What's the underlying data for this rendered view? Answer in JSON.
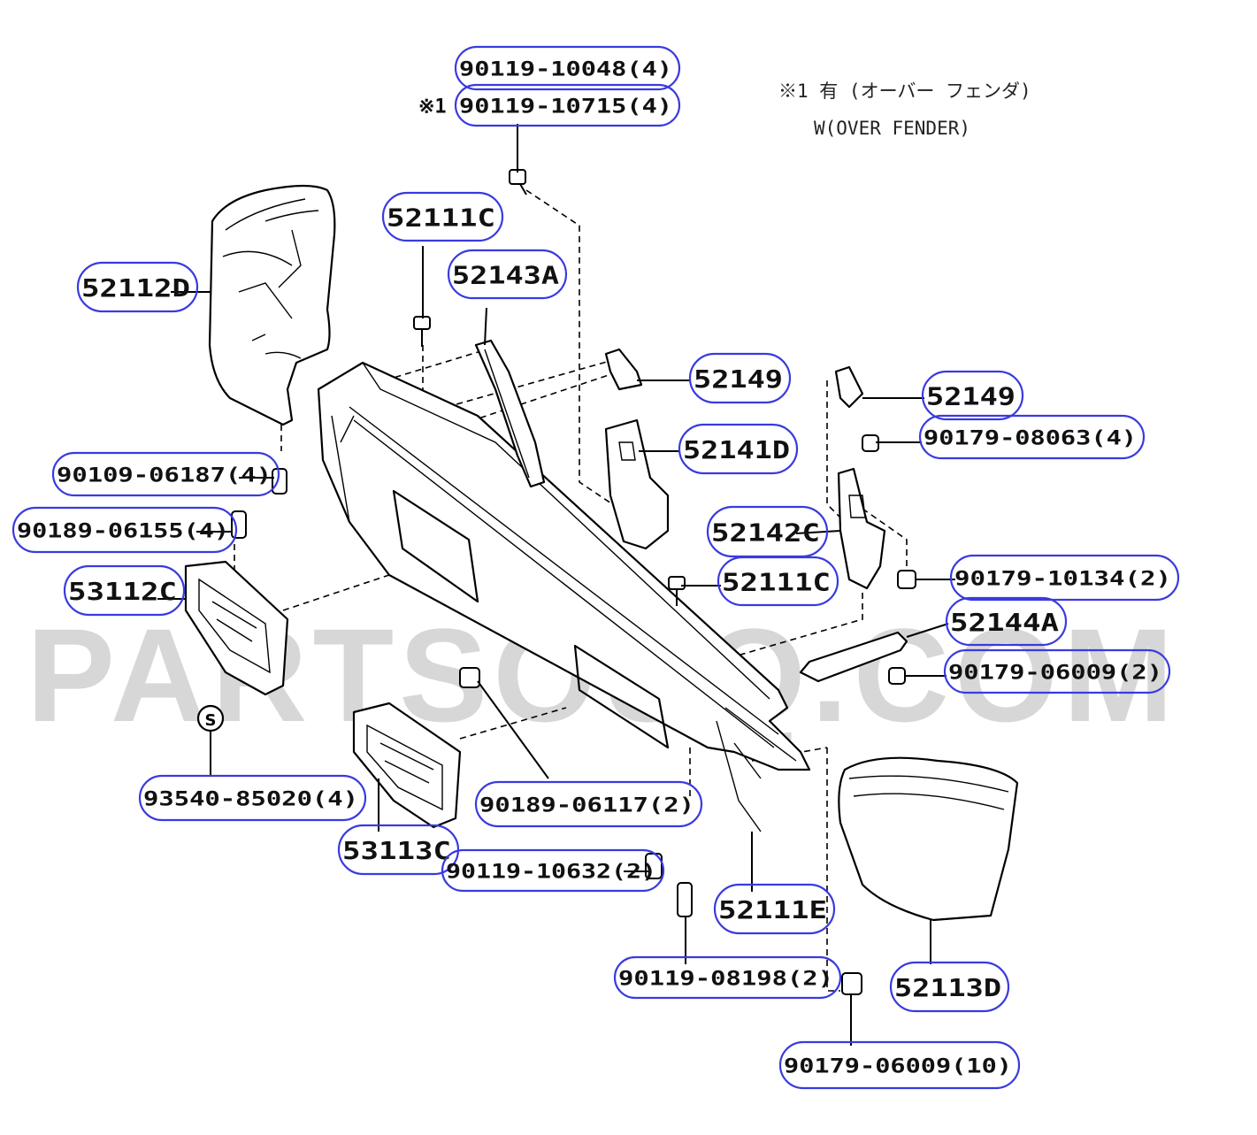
{
  "note": {
    "line1": "※1 有 (オーバー フェンダ)",
    "line2": "W(OVER FENDER)"
  },
  "watermark": "PARTSOUQ.COM",
  "colors": {
    "callout": "#3a3ae0",
    "ink": "#000000",
    "watermark": "#bdbdbd"
  },
  "callouts": [
    {
      "code": "90119-10048(4)",
      "prefix": ""
    },
    {
      "code": "90119-10715(4)",
      "prefix": "※1"
    },
    {
      "code": "52111C",
      "prefix": ""
    },
    {
      "code": "52143A",
      "prefix": ""
    },
    {
      "code": "52112D",
      "prefix": ""
    },
    {
      "code": "52149",
      "prefix": ""
    },
    {
      "code": "52149",
      "prefix": ""
    },
    {
      "code": "90179-08063(4)",
      "prefix": ""
    },
    {
      "code": "52141D",
      "prefix": ""
    },
    {
      "code": "90109-06187(4)",
      "prefix": ""
    },
    {
      "code": "90189-06155(4)",
      "prefix": ""
    },
    {
      "code": "52142C",
      "prefix": ""
    },
    {
      "code": "53112C",
      "prefix": ""
    },
    {
      "code": "52111C",
      "prefix": ""
    },
    {
      "code": "90179-10134(2)",
      "prefix": ""
    },
    {
      "code": "52144A",
      "prefix": ""
    },
    {
      "code": "90179-06009(2)",
      "prefix": ""
    },
    {
      "code": "93540-85020(4)",
      "prefix": ""
    },
    {
      "code": "90189-06117(2)",
      "prefix": ""
    },
    {
      "code": "53113C",
      "prefix": ""
    },
    {
      "code": "90119-10632(2)",
      "prefix": ""
    },
    {
      "code": "52111E",
      "prefix": ""
    },
    {
      "code": "90119-08198(2)",
      "prefix": ""
    },
    {
      "code": "52113D",
      "prefix": ""
    },
    {
      "code": "90179-06009(10)",
      "prefix": ""
    }
  ],
  "s_mark": "S"
}
